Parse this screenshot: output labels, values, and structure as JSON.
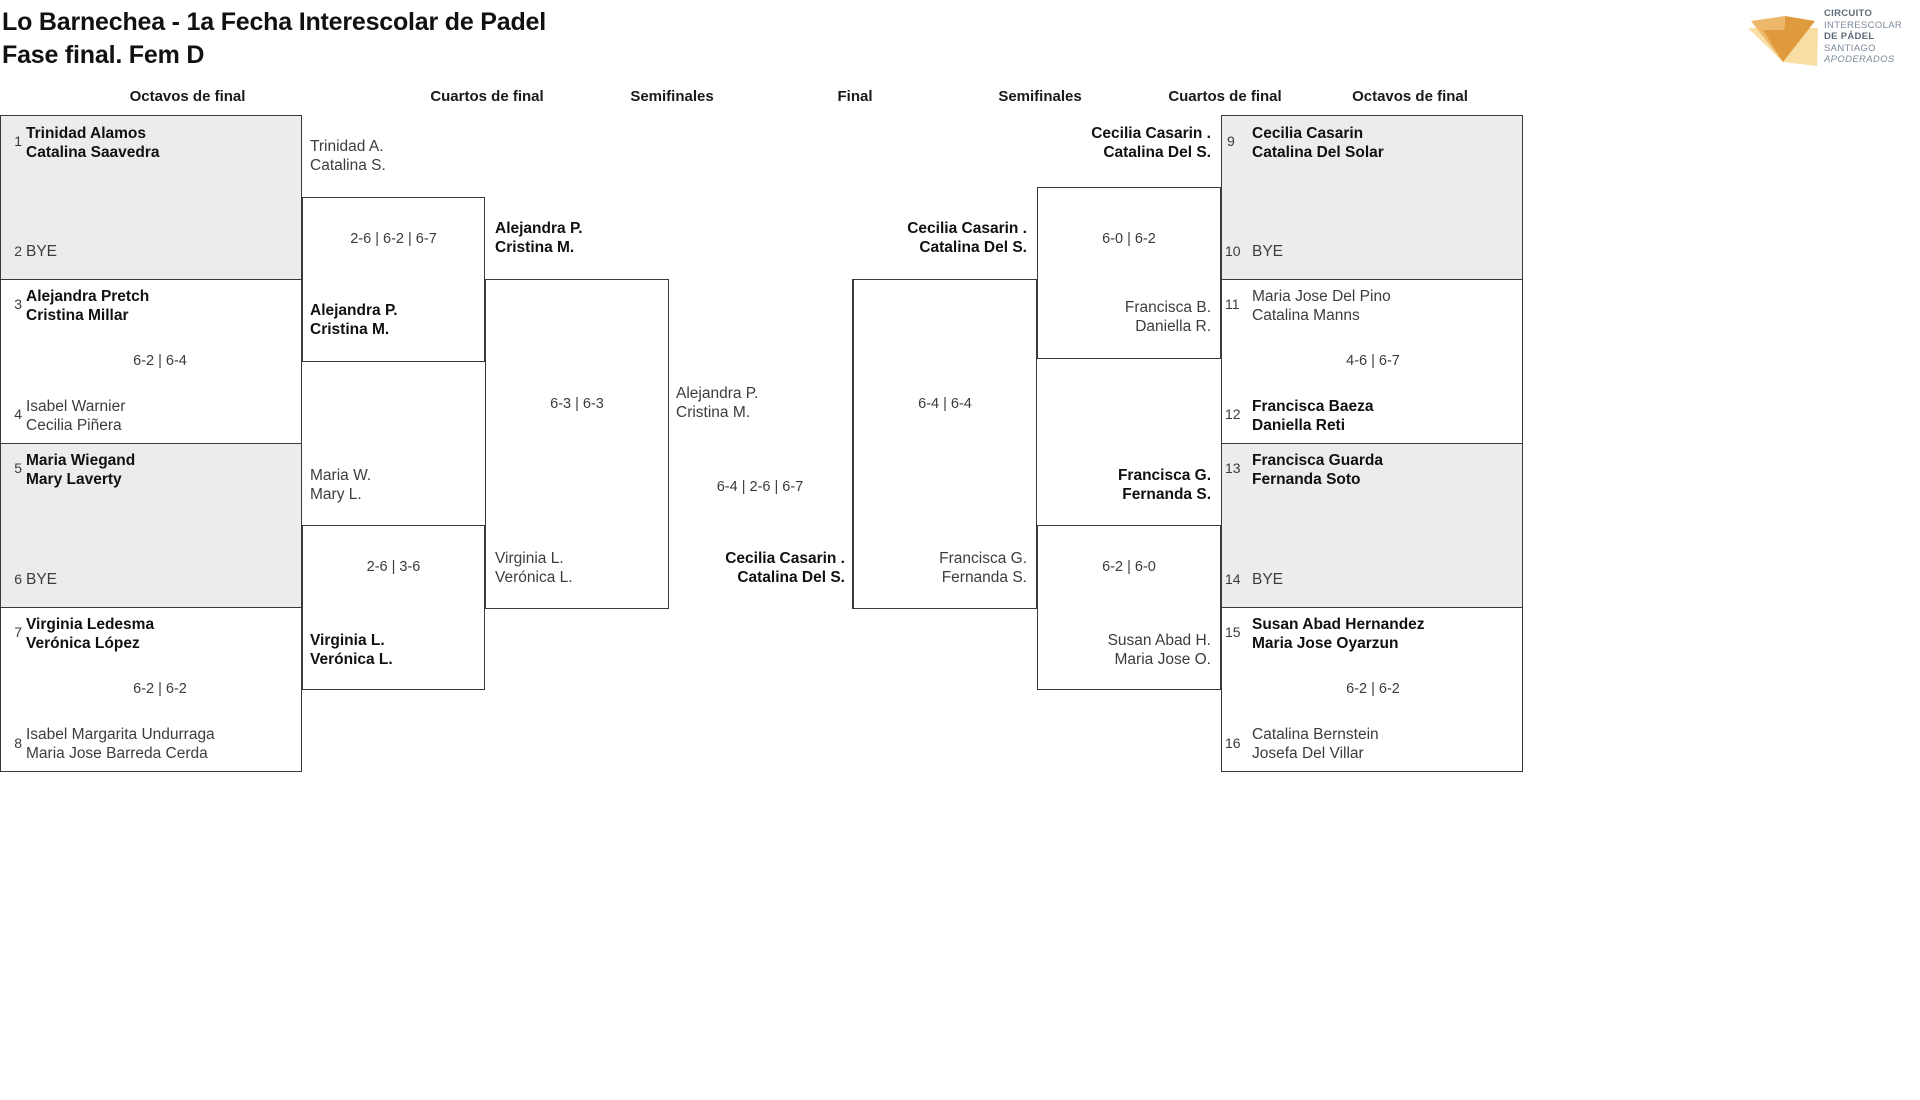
{
  "header": {
    "title_line1": "Lo Barnechea - 1a Fecha Interescolar de Padel",
    "title_line2": "Fase final. Fem D",
    "logo": {
      "icon": "circuito-star-logo",
      "line1": "CIRCUITO",
      "line2": "INTERESCOLAR",
      "line3": "DE PÁDEL",
      "line4": "SANTIAGO",
      "line5": "APODERADOS",
      "color_dark": "#e09a3e",
      "color_mid": "#edb86a",
      "color_light": "#f8dda4"
    }
  },
  "rounds": {
    "left_r16": "Octavos de final",
    "left_qf": "Cuartos de final",
    "left_sf": "Semifinales",
    "final": "Final",
    "right_sf": "Semifinales",
    "right_qf": "Cuartos de final",
    "right_r16": "Octavos de final"
  },
  "bracket": {
    "left_r16": [
      {
        "seed_top": "1",
        "top": "Trinidad Alamos\nCatalina Saavedra",
        "seed_bot": "2",
        "bot": "BYE",
        "score": "",
        "top_win": true,
        "bot_win": false,
        "shaded": true
      },
      {
        "seed_top": "3",
        "top": "Alejandra Pretch\nCristina Millar",
        "seed_bot": "4",
        "bot": "Isabel Warnier\nCecilia Piñera",
        "score": "6-2 | 6-4",
        "top_win": true,
        "bot_win": false,
        "shaded": false
      },
      {
        "seed_top": "5",
        "top": "Maria Wiegand\nMary Laverty",
        "seed_bot": "6",
        "bot": "BYE",
        "score": "",
        "top_win": true,
        "bot_win": false,
        "shaded": true
      },
      {
        "seed_top": "7",
        "top": "Virginia Ledesma\nVerónica López",
        "seed_bot": "8",
        "bot": "Isabel Margarita Undurraga\nMaria Jose Barreda Cerda",
        "score": "6-2 | 6-2",
        "top_win": true,
        "bot_win": false,
        "shaded": false
      }
    ],
    "left_qf": [
      {
        "top": "Trinidad A.\nCatalina S.",
        "bot": "Alejandra P.\nCristina M.",
        "score": "2-6 | 6-2 | 6-7",
        "top_win": false,
        "bot_win": true
      },
      {
        "top": "Maria W.\nMary L.",
        "bot": "Virginia L.\nVerónica L.",
        "score": "2-6 | 3-6",
        "top_win": false,
        "bot_win": true
      }
    ],
    "left_sf": [
      {
        "top": "Alejandra P.\nCristina M.",
        "bot": "Virginia L.\nVerónica L.",
        "score": "6-3 | 6-3",
        "top_win": true,
        "bot_win": false
      }
    ],
    "final": {
      "top": "Alejandra P.\nCristina M.",
      "bot": "Cecilia Casarin .\nCatalina Del S.",
      "score": "6-4 | 2-6 | 6-7",
      "top_win": false,
      "bot_win": true
    },
    "right_sf": [
      {
        "top": "Cecilia Casarin .\nCatalina Del S.",
        "bot": "Francisca G.\nFernanda S.",
        "score": "6-4 | 6-4",
        "top_win": true,
        "bot_win": false
      }
    ],
    "right_qf": [
      {
        "top": "Cecilia Casarin .\nCatalina Del S.",
        "bot": "Francisca B.\nDaniella R.",
        "score": "6-0 | 6-2",
        "top_win": true,
        "bot_win": false
      },
      {
        "top": "Francisca G.\nFernanda S.",
        "bot": "Susan Abad H.\nMaria Jose O.",
        "score": "6-2 | 6-0",
        "top_win": true,
        "bot_win": false
      }
    ],
    "right_r16": [
      {
        "seed_top": "9",
        "top": "Cecilia Casarin\nCatalina Del Solar",
        "seed_bot": "10",
        "bot": "BYE",
        "score": "",
        "top_win": true,
        "bot_win": false,
        "shaded": true
      },
      {
        "seed_top": "11",
        "top": "Maria Jose Del Pino\nCatalina Manns",
        "seed_bot": "12",
        "bot": "Francisca Baeza\nDaniella Reti",
        "score": "4-6 | 6-7",
        "top_win": false,
        "bot_win": true,
        "shaded": false
      },
      {
        "seed_top": "13",
        "top": "Francisca Guarda\nFernanda Soto",
        "seed_bot": "14",
        "bot": "BYE",
        "score": "",
        "top_win": true,
        "bot_win": false,
        "shaded": true
      },
      {
        "seed_top": "15",
        "top": "Susan Abad Hernandez\nMaria Jose Oyarzun",
        "seed_bot": "16",
        "bot": "Catalina Bernstein\nJosefa Del Villar",
        "score": "6-2 | 6-2",
        "top_win": true,
        "bot_win": false,
        "shaded": false
      }
    ]
  }
}
